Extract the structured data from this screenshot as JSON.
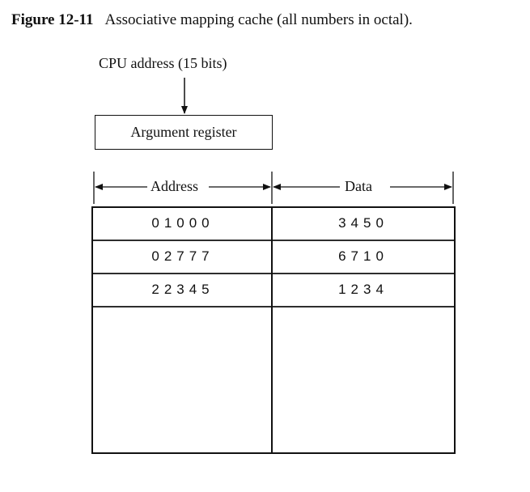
{
  "caption": {
    "label": "Figure 12-11",
    "text": "Associative mapping cache (all numbers in octal)."
  },
  "cpu_address_label": "CPU address (15 bits)",
  "argument_register_label": "Argument register",
  "columns": {
    "address": "Address",
    "data": "Data"
  },
  "rows": [
    {
      "address": "01000",
      "data": "3450"
    },
    {
      "address": "02777",
      "data": "6710"
    },
    {
      "address": "22345",
      "data": "1234"
    }
  ]
}
